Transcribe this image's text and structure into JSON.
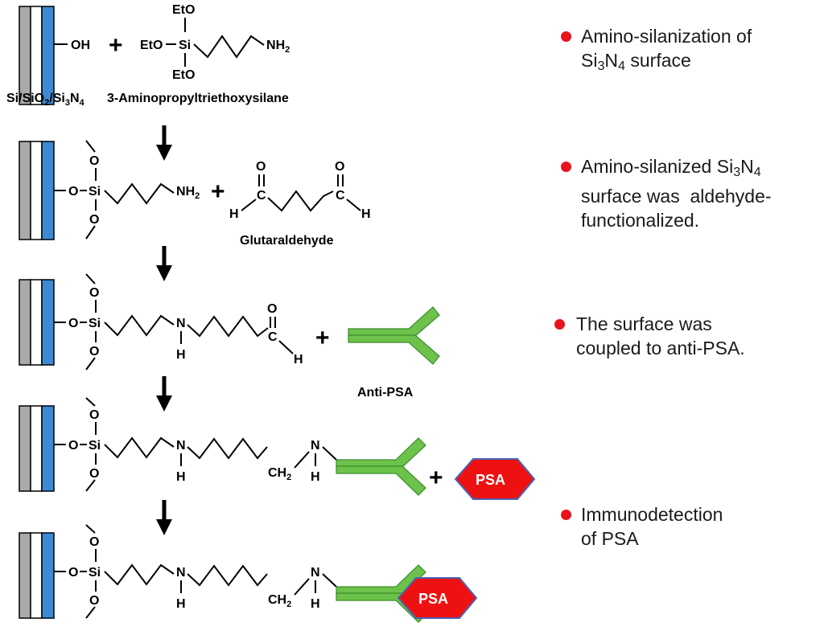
{
  "colors": {
    "antibody": "#6cc24a",
    "antibody_stroke": "#3c8c2c",
    "psa": "#ee1111",
    "psa_stroke": "#4a63b8",
    "bullet": "#e8131b",
    "oxide": "#aaaaaa",
    "nitride": "#3c8ad4"
  },
  "labels": {
    "oh": "OH",
    "eto": "EtO",
    "si": "Si",
    "o": "O",
    "nh": "N",
    "h": "H",
    "c": "C",
    "ch": "CH",
    "sub2": "2",
    "sub3": "3",
    "sub4": "4",
    "plus": "+",
    "substrate_prefix": "Si/SiO",
    "substrate_mid": "/Si",
    "substrate_n": "N",
    "aptes": "3-Aminopropyltriethoxysilane",
    "glutaraldehyde": "Glutaraldehyde",
    "anti_psa": "Anti-PSA",
    "psa": "PSA"
  },
  "notes": {
    "n1_line1": "Amino-silanization of",
    "n1_line2_a": "Si",
    "n1_line2_b": "N",
    "n1_line2_c": " surface",
    "n2_line1_a": "Amino-silanized Si",
    "n2_line1_b": "N",
    "n2_line2": "surface was  aldehyde-",
    "n2_line3": "functionalized.",
    "n3_line1": "The surface was",
    "n3_line2": "coupled to anti-PSA.",
    "n4_line1": "Immunodetection",
    "n4_line2": "of PSA"
  }
}
